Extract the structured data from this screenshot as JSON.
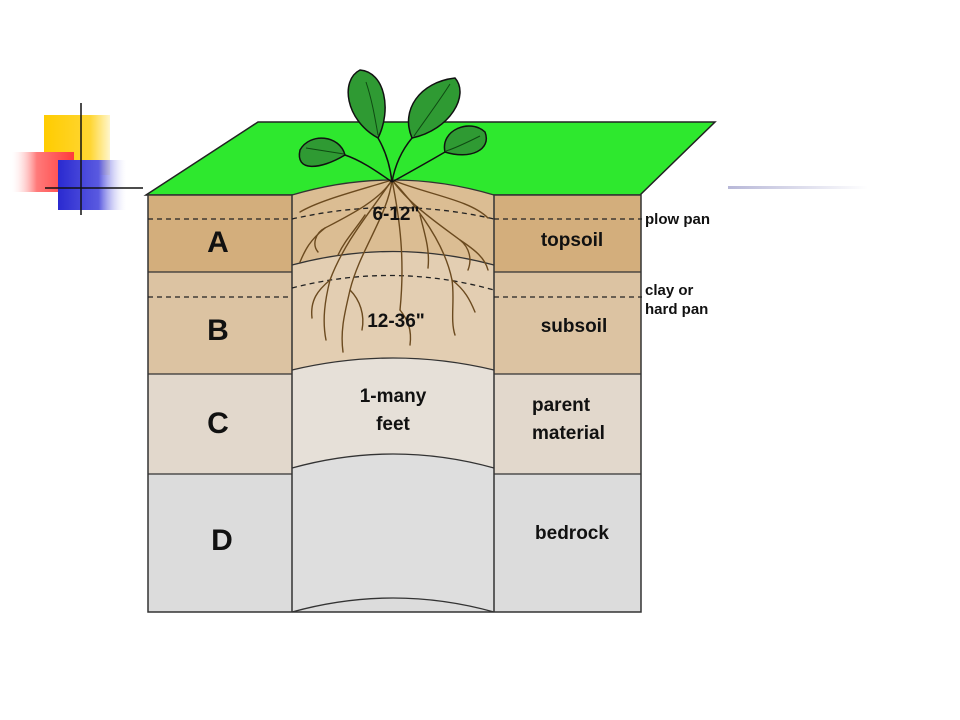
{
  "horizons": [
    {
      "letter": "A",
      "depth": "6-12\"",
      "name": "topsoil",
      "color": "#d3ae7c"
    },
    {
      "letter": "B",
      "depth": "12-36\"",
      "name": "subsoil",
      "color": "#dcc3a2"
    },
    {
      "letter": "C",
      "depth_line1": "1-many",
      "depth_line2": "feet",
      "name_line1": "parent",
      "name_line2": "material",
      "color": "#e2d8cc"
    },
    {
      "letter": "D",
      "name": "bedrock",
      "color": "#dcdcdc"
    }
  ],
  "markers": {
    "plow_pan": "plow pan",
    "clay_line1": "clay or",
    "clay_line2": "hard pan"
  },
  "colors": {
    "grass": "#2ee82e",
    "leaf": "#2f9a33",
    "root": "#6b4a1f",
    "accent_yellow": "#ffcc00",
    "accent_red": "#ff4a4a",
    "accent_blue": "#3030d0"
  }
}
